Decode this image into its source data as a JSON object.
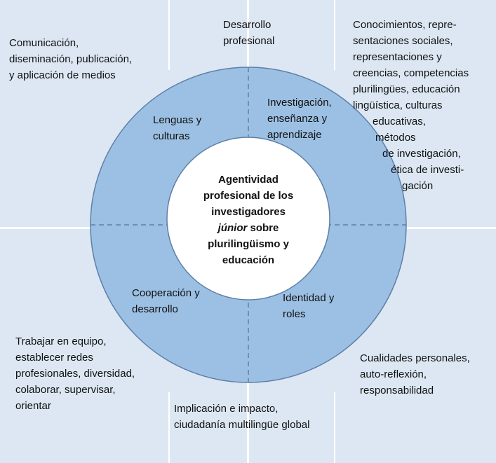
{
  "center": {
    "line1": "Agentividad",
    "line2": "profesional de los",
    "line3": "investigadores",
    "line4_italic": "júnior",
    "line4_rest": " sobre",
    "line5": "plurilingüismo y",
    "line6": "educación"
  },
  "ring_sectors": {
    "top_left": [
      "Lenguas  y",
      "culturas"
    ],
    "top_right": [
      "Investigación,",
      "enseñanza y",
      "aprendizaje"
    ],
    "bottom_left": [
      "Cooperación y",
      "desarrollo"
    ],
    "bottom_right": [
      "Identidad y",
      "roles"
    ]
  },
  "outer": {
    "top_center": [
      "Desarrollo",
      "profesional"
    ],
    "top_left": [
      "Comunicación,",
      "diseminación, publicación,",
      "y aplicación de medios"
    ],
    "top_right": [
      "Conocimientos, repre-",
      "sentaciones sociales,",
      "representaciones y",
      "creencias, competencias",
      "plurilingües, educación",
      "lingüística, culturas",
      "educativas,",
      "métodos",
      "de investigación,",
      "ética de investi-",
      "gación"
    ],
    "bottom_left": [
      "Trabajar en equipo,",
      "establecer redes",
      "profesionales, diversidad,",
      "colaborar,  supervisar,",
      "orientar"
    ],
    "bottom_center": [
      "Implicación e impacto,",
      "ciudadanía multilingüe global"
    ],
    "bottom_right": [
      "Cualidades personales,",
      "auto-reflexión,",
      "responsabilidad"
    ]
  },
  "colors": {
    "quadrant": "#dce7f3",
    "ring": "#9cc0e4",
    "ring_stroke": "#5f7fa7",
    "center": "#ffffff"
  }
}
